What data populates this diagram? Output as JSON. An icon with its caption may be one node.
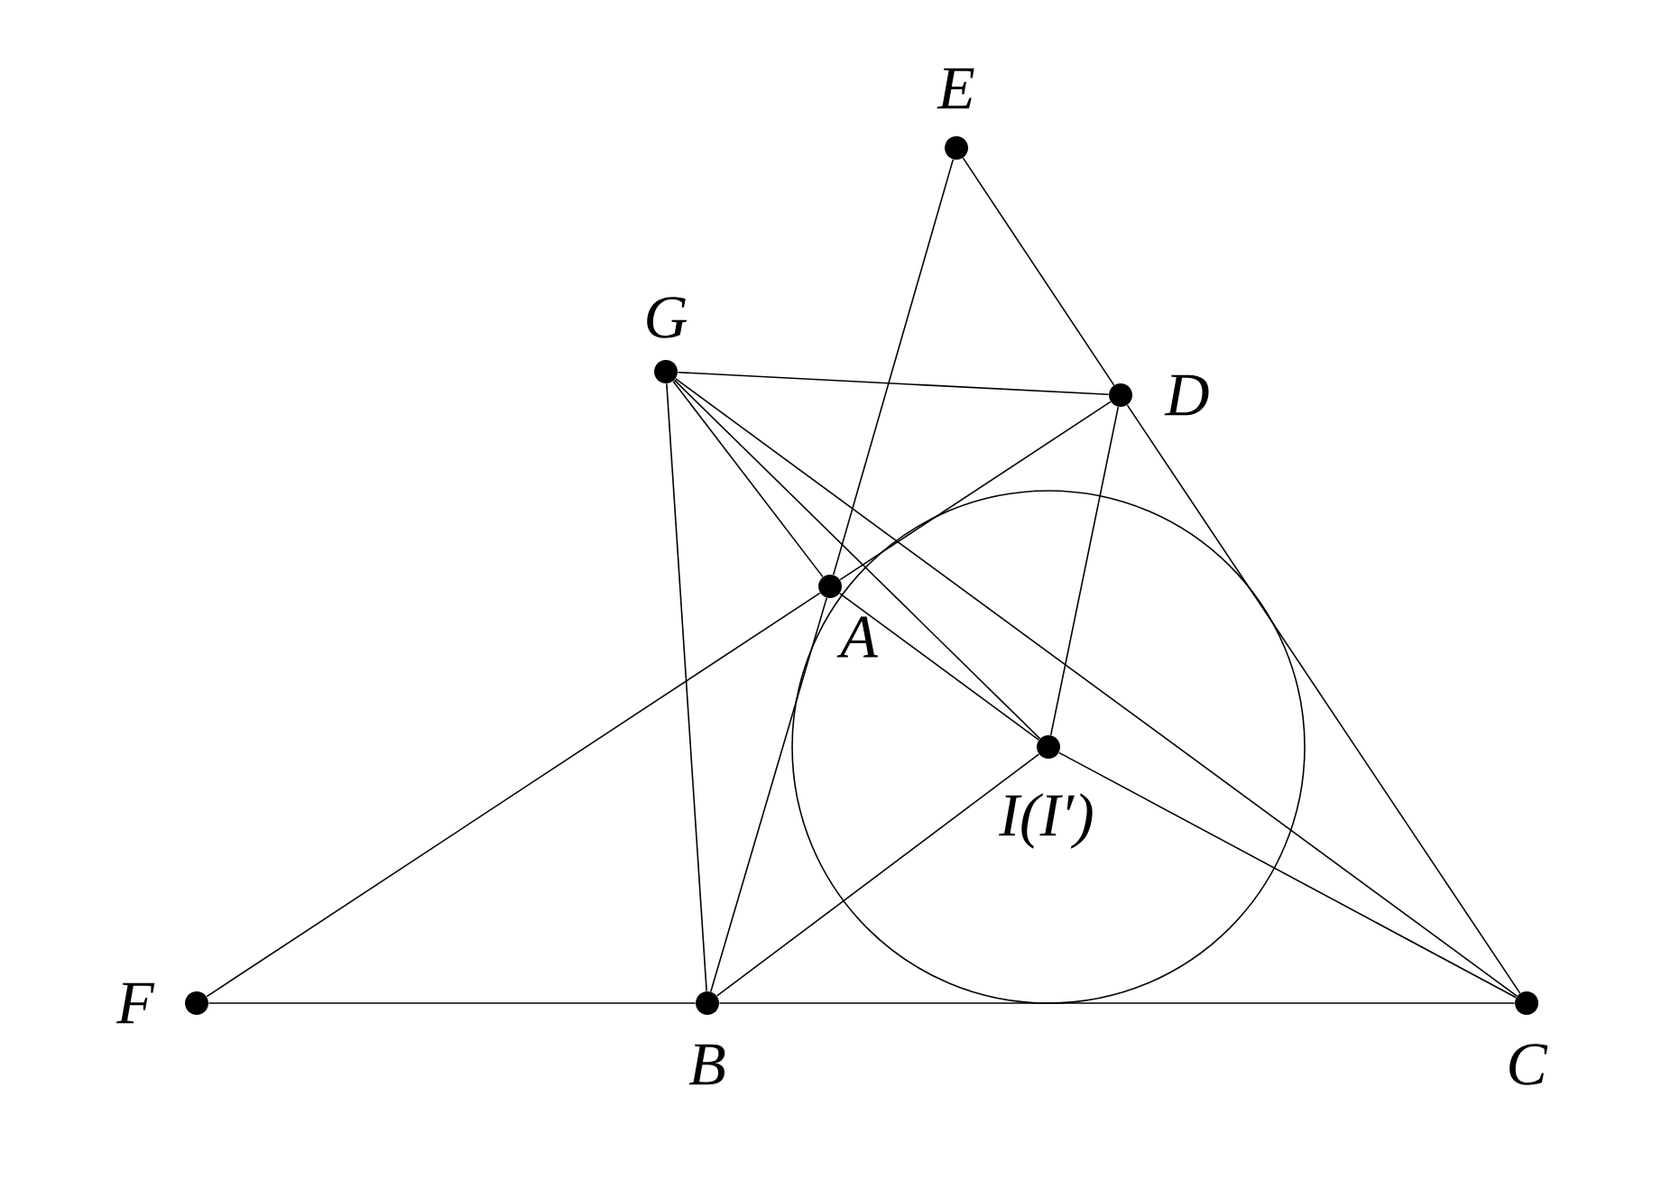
{
  "diagram": {
    "nodes": [
      {
        "text": [],
        "shape": "circle",
        "beside": [
          "E"
        ]
      },
      {
        "text": [],
        "shape": "circle",
        "beside": [
          "G"
        ]
      },
      {
        "text": [],
        "shape": "circle",
        "beside": [
          "D"
        ]
      },
      {
        "text": [],
        "shape": "circle",
        "beside": [
          "A"
        ]
      },
      {
        "text": [],
        "shape": "circle",
        "beside": [
          "I(I′)"
        ]
      },
      {
        "text": [],
        "shape": "circle",
        "beside": [
          "F"
        ]
      },
      {
        "text": [],
        "shape": "circle",
        "beside": [
          "B"
        ]
      },
      {
        "text": [],
        "shape": "circle",
        "beside": [
          "C"
        ]
      }
    ],
    "edges": [
      {
        "from": 0,
        "to": 3,
        "arrow": "none"
      },
      {
        "from": 3,
        "to": 6,
        "arrow": "none"
      },
      {
        "from": 0,
        "to": 2,
        "arrow": "none"
      },
      {
        "from": 2,
        "to": 7,
        "arrow": "none"
      },
      {
        "from": 1,
        "to": 2,
        "arrow": "none"
      },
      {
        "from": 1,
        "to": 6,
        "arrow": "none"
      },
      {
        "from": 1,
        "to": 3,
        "arrow": "none"
      },
      {
        "from": 1,
        "to": 4,
        "arrow": "none"
      },
      {
        "from": 1,
        "to": 7,
        "arrow": "none"
      },
      {
        "from": 3,
        "to": 4,
        "arrow": "none"
      },
      {
        "from": 4,
        "to": 7,
        "arrow": "none"
      },
      {
        "from": 2,
        "to": 4,
        "arrow": "none"
      },
      {
        "from": 6,
        "to": 4,
        "arrow": "none"
      },
      {
        "from": 5,
        "to": 3,
        "arrow": "none"
      },
      {
        "from": 3,
        "to": 2,
        "arrow": "none"
      },
      {
        "from": 5,
        "to": 6,
        "arrow": "none"
      },
      {
        "from": 6,
        "to": 7,
        "arrow": "none"
      }
    ]
  }
}
